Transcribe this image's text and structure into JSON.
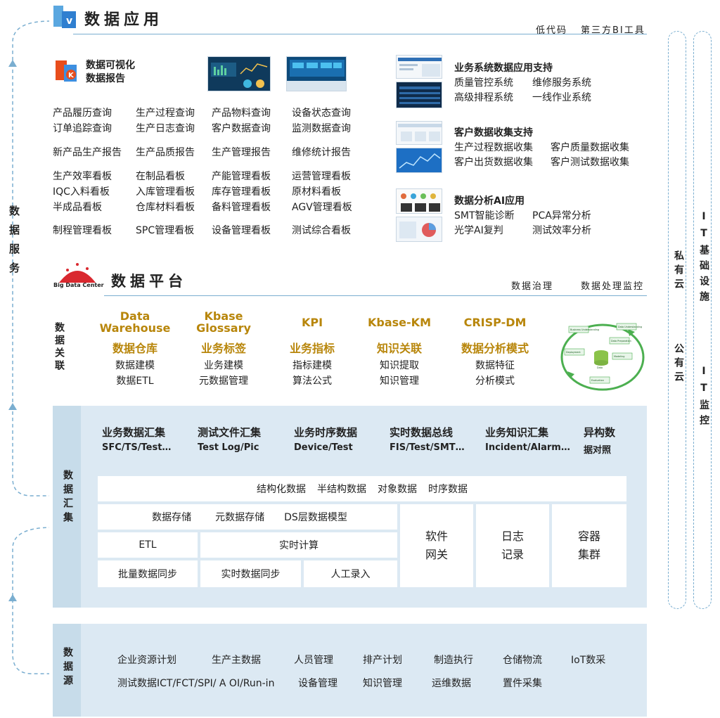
{
  "top": {
    "title": "数据应用",
    "tags": [
      "低代码",
      "第三方BI工具"
    ],
    "viz_title_1": "数据可视化",
    "viz_title_2": "数据报告",
    "reports": [
      [
        "产品履历查询",
        "生产过程查询",
        "产品物料查询",
        "设备状态查询"
      ],
      [
        "订单追踪查询",
        "生产日志查询",
        "客户数据查询",
        "监测数据查询"
      ],
      [
        "新产品生产报告",
        "生产品质报告",
        "生产管理报告",
        "维修统计报告"
      ],
      [
        "生产效率看板",
        "在制品看板",
        "产能管理看板",
        "运营管理看板"
      ],
      [
        "IQC入料看板",
        "入库管理看板",
        "库存管理看板",
        "原材料看板"
      ],
      [
        "半成品看板",
        "仓库材料看板",
        "备料管理看板",
        "AGV管理看板"
      ],
      [
        "制程管理看板",
        "SPC管理看板",
        "设备管理看板",
        "测试综合看板"
      ]
    ],
    "apps": [
      {
        "title": "业务系统数据应用支持",
        "items": [
          "质量管控系统",
          "维修服务系统",
          "高级排程系统",
          "一线作业系统"
        ]
      },
      {
        "title": "客户数据收集支持",
        "items": [
          "生产过程数据收集",
          "客户质量数据收集",
          "客户出货数据收集",
          "客户测试数据收集"
        ]
      },
      {
        "title": "数据分析AI应用",
        "items": [
          "SMT智能诊断",
          "PCA异常分析",
          "光学AI复判",
          "测试效率分析"
        ]
      }
    ]
  },
  "platform": {
    "logo_text": "Big Data Center",
    "title": "数据平台",
    "tags": [
      "数据治理",
      "数据处理监控"
    ]
  },
  "left_label": "数据服务",
  "right_labels": {
    "cloud_1": "私有云",
    "cloud_2": "公有云",
    "it_1": "IT基础设施",
    "it_2": "IT监控"
  },
  "association": {
    "label": "数据关联",
    "cols": [
      {
        "en1": "Data",
        "en2": "Warehouse",
        "zh": "数据仓库",
        "items": [
          "数据建模",
          "数据ETL"
        ]
      },
      {
        "en1": "Kbase",
        "en2": "Glossary",
        "zh": "业务标签",
        "items": [
          "业务建模",
          "元数据管理"
        ]
      },
      {
        "en1": "",
        "en2": "KPI",
        "zh": "业务指标",
        "items": [
          "指标建模",
          "算法公式"
        ]
      },
      {
        "en1": "",
        "en2": "Kbase-KM",
        "zh": "知识关联",
        "items": [
          "知识提取",
          "知识管理"
        ]
      },
      {
        "en1": "",
        "en2": "CRISP-DM",
        "zh": "数据分析模式",
        "items": [
          "数据特征",
          "分析模式"
        ]
      }
    ],
    "cycle_labels": [
      "Business Understanding",
      "Data Understanding",
      "Data Preparation",
      "Modeling",
      "Evaluation",
      "Deployment",
      "Data"
    ]
  },
  "collection": {
    "label": "数据汇集",
    "heads": [
      {
        "title": "业务数据汇集",
        "sub": "SFC/TS/Test…"
      },
      {
        "title": "测试文件汇集",
        "sub": "Test Log/Pic"
      },
      {
        "title": "业务时序数据",
        "sub": "Device/Test"
      },
      {
        "title": "实时数据总线",
        "sub": "FIS/Test/SMT…"
      },
      {
        "title": "业务知识汇集",
        "sub": "Incident/Alarm…"
      },
      {
        "title": "异构数",
        "sub": "据对照"
      }
    ],
    "types_row": [
      "结构化数据",
      "半结构数据",
      "对象数据",
      "时序数据"
    ],
    "store_row": [
      "数据存储",
      "元数据存储",
      "DS层数据模型"
    ],
    "etl": "ETL",
    "realtime": "实时计算",
    "sync_row": [
      "批量数据同步",
      "实时数据同步",
      "人工录入"
    ],
    "boxes": [
      [
        "软件",
        "网关"
      ],
      [
        "日志",
        "记录"
      ],
      [
        "容器",
        "集群"
      ]
    ]
  },
  "source": {
    "label": "数据源",
    "row1": [
      "企业资源计划",
      "生产主数据",
      "人员管理",
      "排产计划",
      "制造执行",
      "仓储物流",
      "IoT数采"
    ],
    "row2": [
      "测试数据ICT/FCT/SPI/ A OI/Run-in",
      "设备管理",
      "知识管理",
      "运维数据",
      "置件采集"
    ]
  }
}
